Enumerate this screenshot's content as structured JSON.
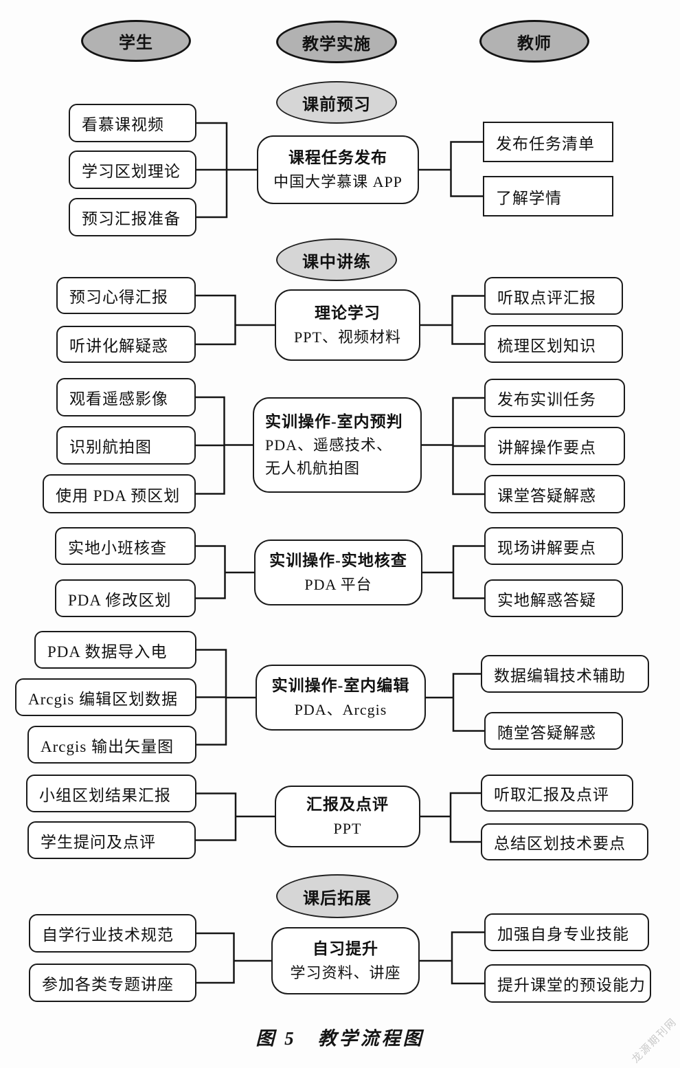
{
  "figure": {
    "caption": "图 5　教学流程图",
    "watermark": "龙源期刊网"
  },
  "lanes": {
    "student": "学生",
    "implementation": "教学实施",
    "teacher": "教师"
  },
  "stages": {
    "pre_class": "课前预习",
    "in_class": "课中讲练",
    "after_class": "课后拓展"
  },
  "sections": [
    {
      "left": [
        "看慕课视频",
        "学习区划理论",
        "预习汇报准备"
      ],
      "center": {
        "title": "课程任务发布",
        "subtitle": "中国大学慕课 APP"
      },
      "right": [
        "发布任务清单",
        "了解学情"
      ]
    },
    {
      "left": [
        "预习心得汇报",
        "听讲化解疑惑"
      ],
      "center": {
        "title": "理论学习",
        "subtitle": "PPT、视频材料"
      },
      "right": [
        "听取点评汇报",
        "梳理区划知识"
      ]
    },
    {
      "left": [
        "观看遥感影像",
        "识别航拍图",
        "使用 PDA 预区划"
      ],
      "center": {
        "title": "实训操作-室内预判",
        "subtitle": "PDA、遥感技术、无人机航拍图"
      },
      "right": [
        "发布实训任务",
        "讲解操作要点",
        "课堂答疑解惑"
      ]
    },
    {
      "left": [
        "实地小班核查",
        "PDA 修改区划"
      ],
      "center": {
        "title": "实训操作-实地核查",
        "subtitle": "PDA 平台"
      },
      "right": [
        "现场讲解要点",
        "实地解惑答疑"
      ]
    },
    {
      "left": [
        "PDA 数据导入电",
        "Arcgis 编辑区划数据",
        "Arcgis 输出矢量图"
      ],
      "center": {
        "title": "实训操作-室内编辑",
        "subtitle": "PDA、Arcgis"
      },
      "right": [
        "数据编辑技术辅助",
        "随堂答疑解惑"
      ]
    },
    {
      "left": [
        "小组区划结果汇报",
        "学生提问及点评"
      ],
      "center": {
        "title": "汇报及点评",
        "subtitle": "PPT"
      },
      "right": [
        "听取汇报及点评",
        "总结区划技术要点"
      ]
    },
    {
      "left": [
        "自学行业技术规范",
        "参加各类专题讲座"
      ],
      "center": {
        "title": "自习提升",
        "subtitle": "学习资料、讲座"
      },
      "right": [
        "加强自身专业技能",
        "提升课堂的预设能力"
      ]
    }
  ]
}
